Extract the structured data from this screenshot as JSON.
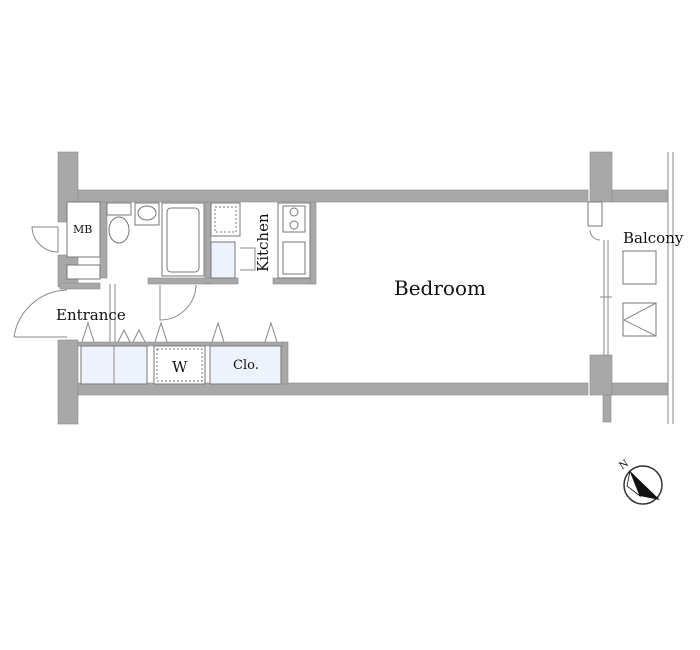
{
  "plan": {
    "labels": {
      "mb": "MB",
      "entrance": "Entrance",
      "kitchen": "Kitchen",
      "bedroom": "Bedroom",
      "balcony": "Balcony",
      "w": "W",
      "closet": "Clo."
    },
    "compass": {
      "north": "N"
    }
  }
}
